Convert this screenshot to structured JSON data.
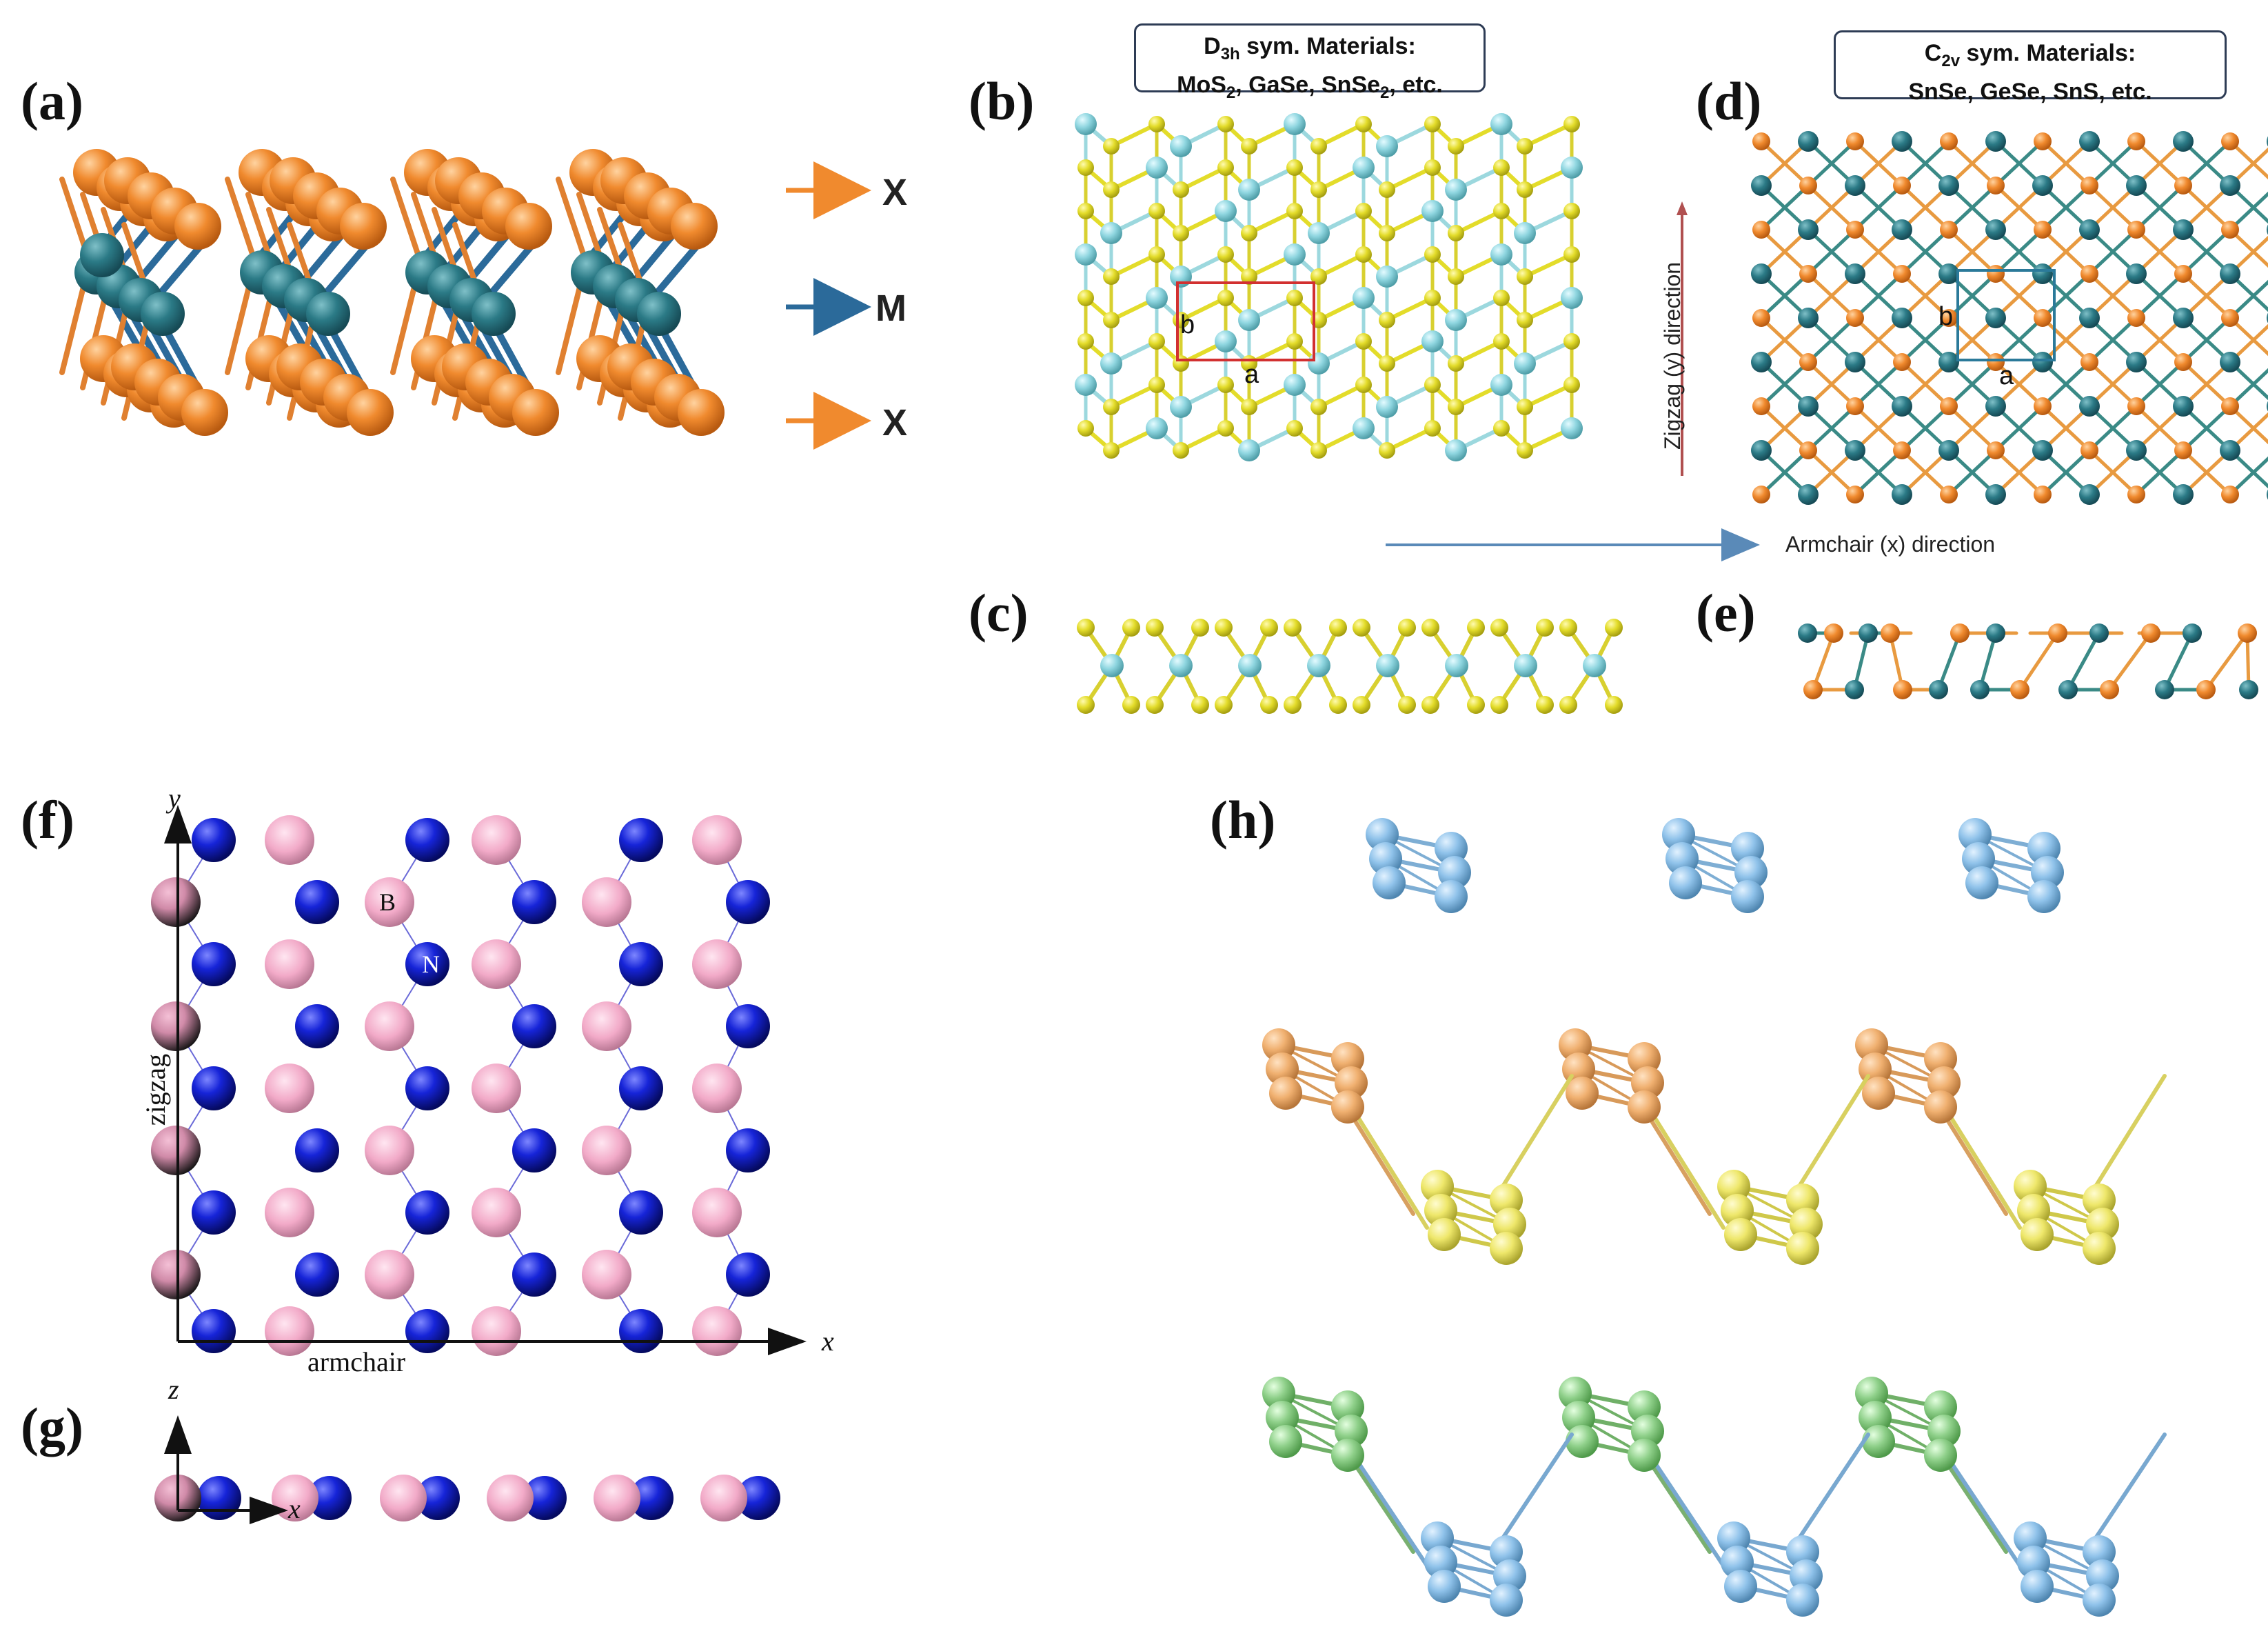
{
  "panels": {
    "a": {
      "label": "(a)",
      "legend": [
        {
          "symbol": "X",
          "color": "#f08a2e"
        },
        {
          "symbol": "M",
          "color": "#2b6a9a"
        },
        {
          "symbol": "X",
          "color": "#f08a2e"
        }
      ]
    },
    "b": {
      "label": "(b)",
      "cell_a": "a",
      "cell_b": "b"
    },
    "c": {
      "label": "(c)"
    },
    "d": {
      "label": "(d)",
      "cell_a": "a",
      "cell_b": "b"
    },
    "e": {
      "label": "(e)"
    },
    "f": {
      "label": "(f)",
      "axis_x": "x",
      "axis_y": "y",
      "armchair": "armchair",
      "zigzag": "zigzag",
      "atom_b": "B",
      "atom_n": "N"
    },
    "g": {
      "label": "(g)",
      "axis_x": "x",
      "axis_z": "z"
    },
    "h": {
      "label": "(h)"
    }
  },
  "sym_boxes": {
    "d3h": {
      "main": "D",
      "sub": "3h",
      "rest": " sym. Materials:",
      "mat1": "MoS",
      "mat1_sub": "2",
      "mat2": ", GaSe, SnSe",
      "mat2_sub": "2",
      "mat3": ", etc.",
      "color": "#b7cde6"
    },
    "c2v": {
      "main": "C",
      "sub": "2v",
      "rest": " sym. Materials:",
      "materials": "SnSe, GeSe, SnS, etc.",
      "color": "#f6a3a3"
    }
  },
  "directions": {
    "zigzag": "Zigzag (y) direction",
    "armchair": "Armchair (x) direction"
  },
  "colors": {
    "orange": "#f08a2e",
    "teal_blue": "#2b6a9a",
    "yellow": "#e3dc2a",
    "cyan": "#8fd6e0",
    "d_orange": "#e88a2a",
    "d_teal": "#2d7d78",
    "blue": "#1624d8",
    "pink": "#f2aac8",
    "light_blue": "#8fc2ea",
    "tan": "#f0b070",
    "light_yellow": "#eee76a",
    "green": "#8fd08a"
  }
}
